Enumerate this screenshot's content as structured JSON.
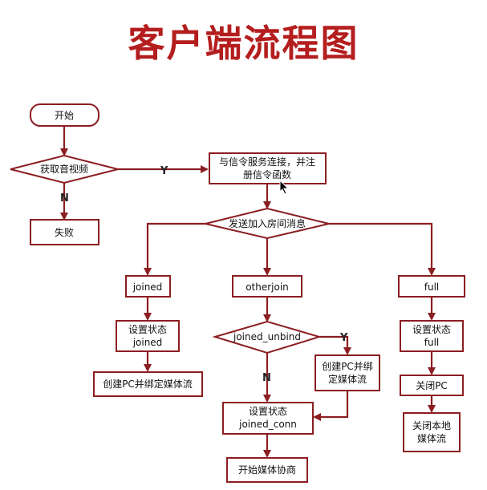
{
  "title": "客户端流程图",
  "nodes": {
    "start": "开始",
    "get_media": "获取音视频",
    "fail": "失败",
    "connect_1": "与信令服务连接，并注",
    "connect_2": "册信令函数",
    "send_join": "发送加入房间消息",
    "joined": "joined",
    "otherjoin": "otherjoin",
    "full": "full",
    "set_joined_1": "设置状态",
    "set_joined_2": "joined",
    "create_pc_left": "创建PC并绑定媒体流",
    "joined_unbind": "joined_unbind",
    "create_pc_mid_1": "创建PC并绑",
    "create_pc_mid_2": "定媒体流",
    "set_conn_1": "设置状态",
    "set_conn_2": "joined_conn",
    "start_nego": "开始媒体协商",
    "set_full_1": "设置状态",
    "set_full_2": "full",
    "close_pc": "关闭PC",
    "close_local_1": "关闭本地",
    "close_local_2": "媒体流"
  },
  "edge_labels": {
    "yes_media": "Y",
    "no_media": "N",
    "no_unbind": "N",
    "yes_unbind": "Y"
  },
  "colors": {
    "title": "#b41e1e",
    "stroke": "#8b1e22"
  }
}
